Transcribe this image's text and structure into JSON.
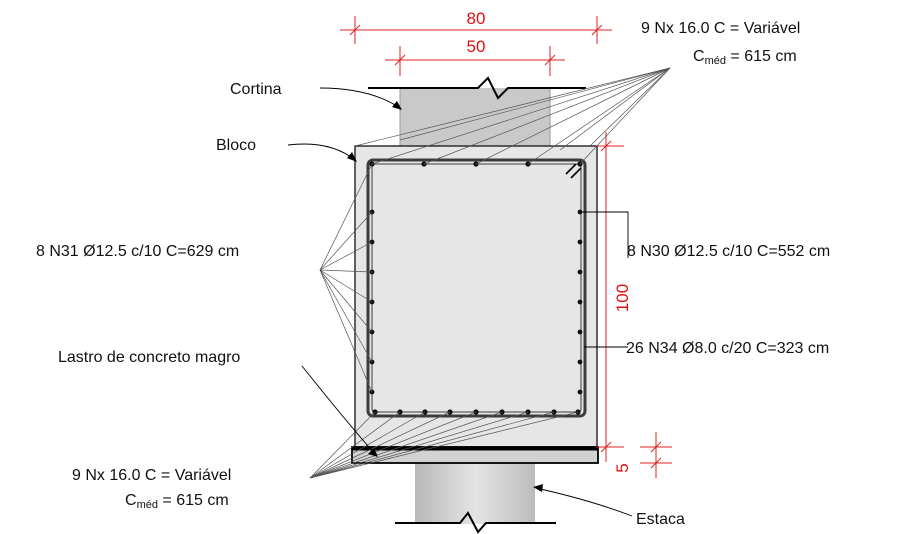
{
  "labels": {
    "cortina": "Cortina",
    "bloco": "Bloco",
    "lastro": "Lastro de concreto magro",
    "estaca": "Estaca",
    "n31": "8 N31 Ø12.5 c/10 C=629 cm",
    "n30": "8 N30 Ø12.5 c/10 C=552 cm",
    "n34": "26 N34 Ø8.0 c/20 C=323 cm",
    "nx_top_line1": "9 Nx 16.0 C = Variável",
    "nx_top_line2_prefix": "C",
    "nx_top_line2_sub": "méd",
    "nx_top_line2_suffix": " = 615 cm",
    "nx_bot_line1": "9 Nx 16.0 C = Variável",
    "nx_bot_line2_prefix": "C",
    "nx_bot_line2_sub": "méd",
    "nx_bot_line2_suffix": " = 615 cm"
  },
  "dimensions": {
    "block_width": "80",
    "curtain_width": "50",
    "block_height": "100",
    "lean_thickness": "5"
  },
  "colors": {
    "dimension": "#e01010",
    "concrete": "#e6e6e6",
    "column": "#c9c9c9",
    "rebar": "#444444"
  }
}
